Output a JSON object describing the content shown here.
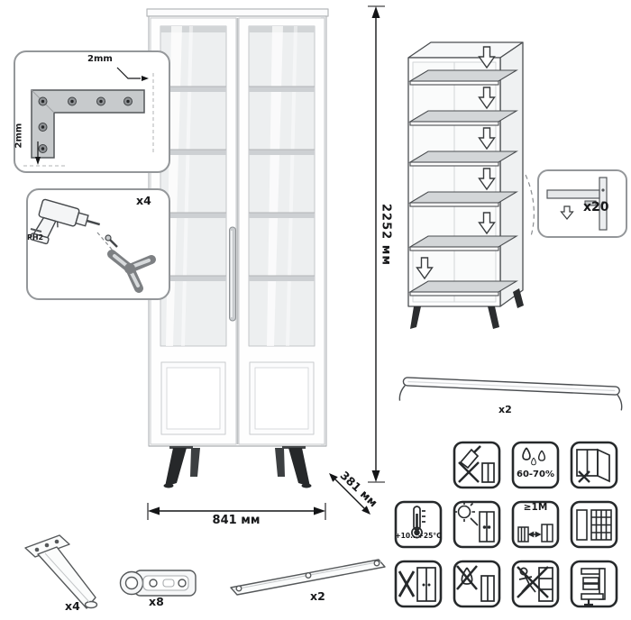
{
  "main": {
    "height_label": "2252 мм",
    "width_label": "841 мм",
    "depth_label": "381 мм"
  },
  "insets": {
    "bracket": {
      "top_gap": "2mm",
      "side_gap": "2mm"
    },
    "drill": {
      "count": "x4",
      "bit": "PH2"
    },
    "pin_detail": {
      "count": "x20"
    },
    "rail": {
      "count": "x2"
    }
  },
  "parts": {
    "leg": "x4",
    "hinge": "x8",
    "strap": "x2"
  },
  "care": {
    "humidity": "60-70%",
    "temperature": "+10...+25°C",
    "distance": "≥1M"
  }
}
